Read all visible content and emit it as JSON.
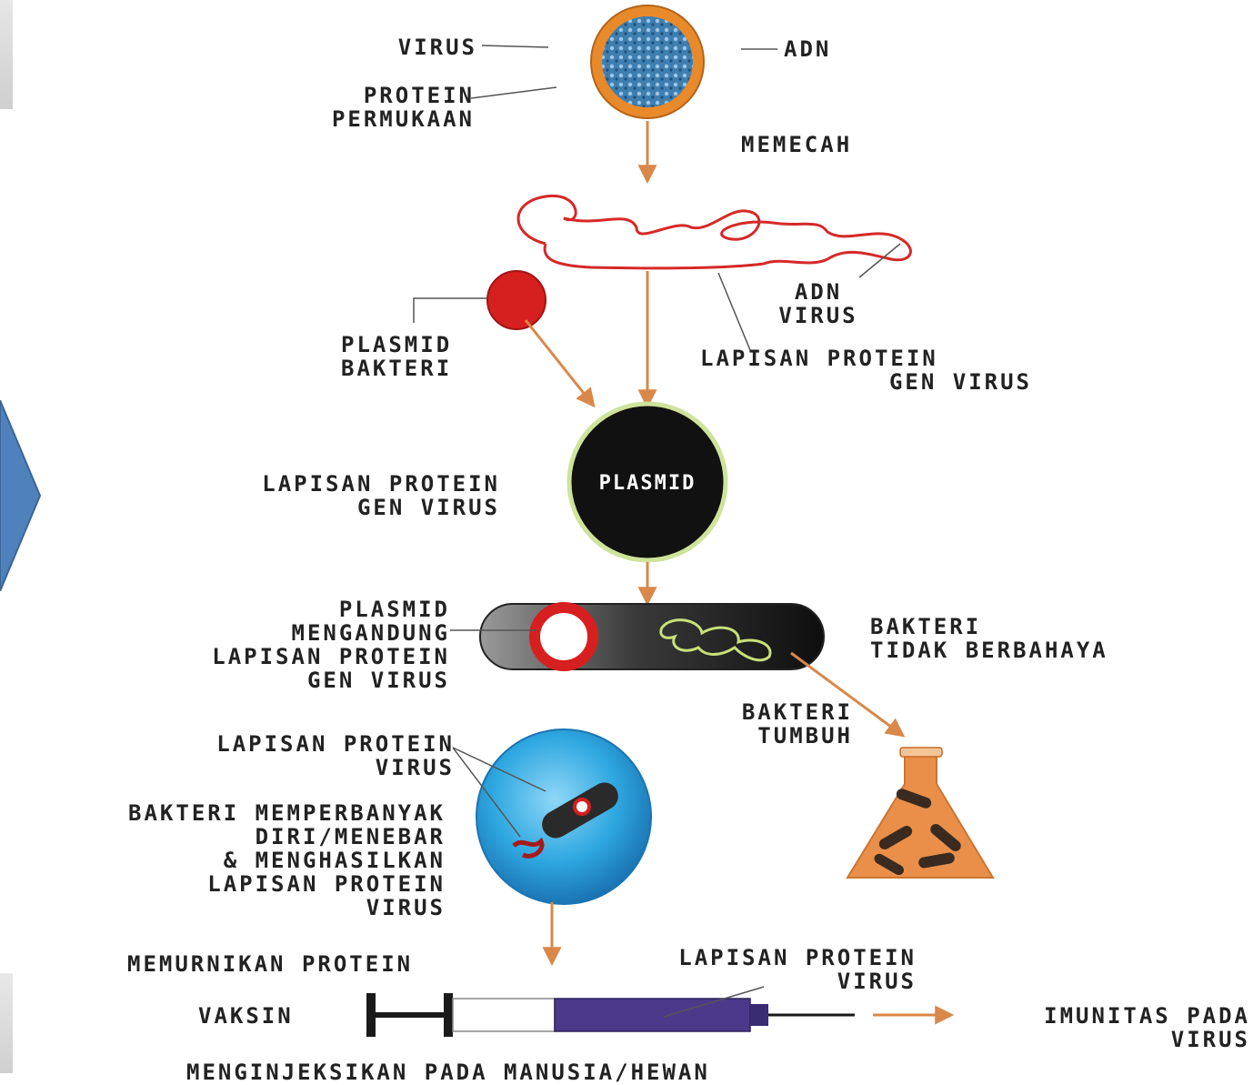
{
  "labels": {
    "virus": "VIRUS",
    "adn_top": "ADN",
    "protein_permukaan": [
      "PROTEIN",
      "PERMUKAAN"
    ],
    "memecah": "MEMECAH",
    "adn_virus": [
      "ADN",
      "VIRUS"
    ],
    "plasmid_bakteri": [
      "PLASMID",
      "BAKTERI"
    ],
    "lapisan_right": [
      "LAPISAN PROTEIN",
      "GEN VIRUS"
    ],
    "lapisan_left": [
      "LAPISAN PROTEIN",
      "GEN VIRUS"
    ],
    "plasmid_inside": "PLASMID",
    "plasmid_mengandung": [
      "PLASMID",
      "MENGANDUNG",
      "LAPISAN PROTEIN",
      "GEN VIRUS"
    ],
    "bakteri_tidak": [
      "BAKTERI",
      "TIDAK BERBAHAYA"
    ],
    "bakteri_tumbuh": [
      "BAKTERI",
      "TUMBUH"
    ],
    "lapisan_protein_virus": [
      "LAPISAN PROTEIN",
      "VIRUS"
    ],
    "bakteri_memperbanyak": [
      "BAKTERI MEMPERBANYAK",
      "DIRI/MENEBAR",
      "& MENGHASILKAN",
      "LAPISAN PROTEIN",
      "VIRUS"
    ],
    "memurnikan": "MEMURNIKAN PROTEIN",
    "lapisan_protein_virus2": [
      "LAPISAN PROTEIN",
      "VIRUS"
    ],
    "vaksin": "VAKSIN",
    "imunitas": [
      "IMUNITAS PADA",
      "VIRUS"
    ],
    "menginjeksikan": "MENGINJEKSIKAN PADA MANUSIA/HEWAN"
  },
  "colors": {
    "arrow": "#d9884a",
    "virus_ring": "#e88a2a",
    "virus_core": "#3f7fb0",
    "dna": "#d62828",
    "plasmid_red": "#d61f1f",
    "plasmid_body": "#111111",
    "chevron": "#4f81bd",
    "syringe": "#4b3a8a",
    "flask": "#e8863a",
    "cell": "#2ea7e0"
  }
}
